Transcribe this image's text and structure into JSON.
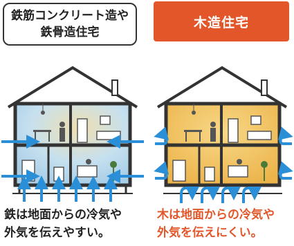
{
  "steel": {
    "title_line1": "鉄筋コンクリート造や",
    "title_line2": "鉄骨造住宅",
    "caption_line1": "鉄は地面からの冷気や",
    "caption_line2": "外気を伝えやすい。"
  },
  "wood": {
    "title": "木造住宅",
    "caption_line1": "木は地面からの冷気や",
    "caption_line2": "外気を伝えにくい。"
  },
  "colors": {
    "accent": "#e2562a",
    "cold_arrow": "#2b8fd8",
    "steel_room": "#bcd9ec",
    "wood_room": "#f3c766"
  }
}
